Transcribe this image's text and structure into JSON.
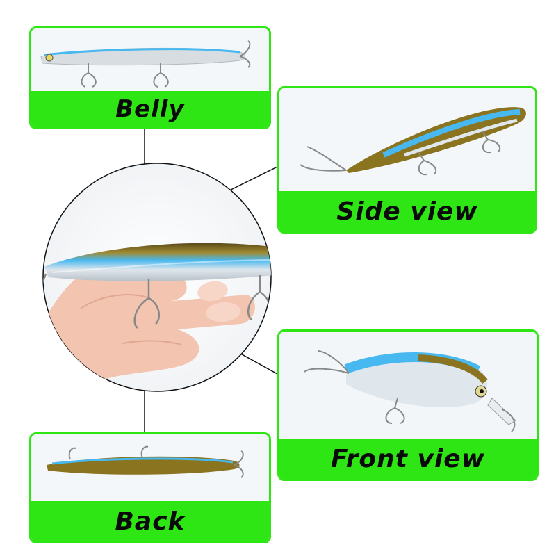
{
  "labels": {
    "belly": "Belly",
    "side": "Side view",
    "front": "Front view",
    "back": "Back"
  },
  "colors": {
    "label_green": "#2ee614",
    "label_text": "#0a0a0a",
    "lure_blue": "#48b8f0",
    "lure_gold": "#8a7420",
    "lure_silver": "#d8dde2"
  }
}
